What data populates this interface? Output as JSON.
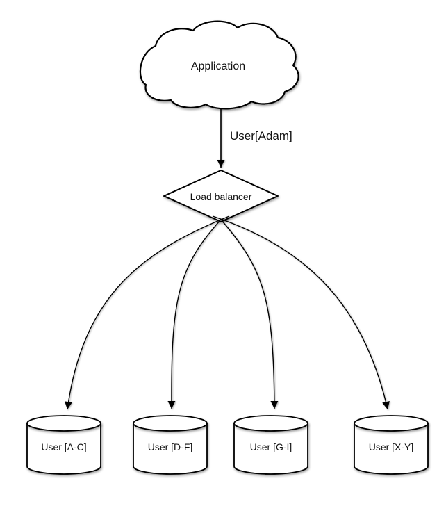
{
  "diagram": {
    "background_color": "#ffffff",
    "stroke_color": "#000000",
    "node_fill_color": "#ffffff",
    "text_color": "#111111",
    "application_node": {
      "label": "Application",
      "shape": "cloud"
    },
    "request_edge": {
      "label": "User[Adam]"
    },
    "load_balancer_node": {
      "label": "Load balancer",
      "shape": "diamond"
    },
    "shard_nodes": [
      {
        "label": "User [A-C]",
        "shape": "cylinder"
      },
      {
        "label": "User [D-F]",
        "shape": "cylinder"
      },
      {
        "label": "User [G-I]",
        "shape": "cylinder"
      },
      {
        "label": "User [X-Y]",
        "shape": "cylinder"
      }
    ]
  }
}
